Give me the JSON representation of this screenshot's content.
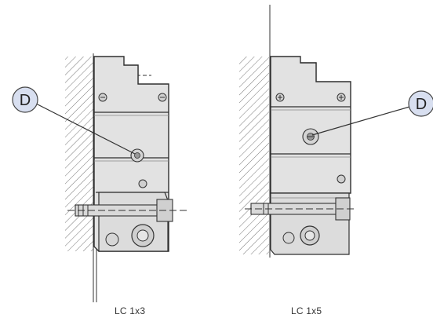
{
  "figures": [
    {
      "callout_letter": "D",
      "caption": "LC 1x3"
    },
    {
      "callout_letter": "D",
      "caption": "LC 1x5"
    }
  ],
  "colors": {
    "body_fill": "#e2e2e2",
    "body_stroke": "#2f2f2f",
    "callout_fill": "#d8dff0",
    "hatch": "#777777"
  }
}
